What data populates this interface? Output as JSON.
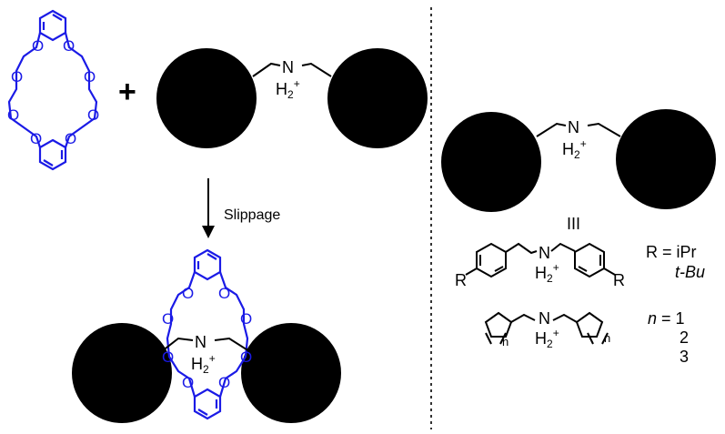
{
  "colors": {
    "crown": "#1a1ae6",
    "stopper": "#000000",
    "ink": "#000000"
  },
  "reaction": {
    "plus": "+",
    "step_label": "Slippage"
  },
  "ammonium": {
    "nh": "N",
    "h": "H",
    "sub": "2",
    "sup": "+"
  },
  "crown_atoms": {
    "oxygen": "O"
  },
  "equivalence": "III",
  "series_1": {
    "r_group": "R",
    "definition": "R = iPr",
    "second": "t-Bu"
  },
  "series_2": {
    "ring_index": "n",
    "definition_var": "n",
    "definition_rest": " = 1",
    "value_2": "2",
    "value_3": "3"
  }
}
